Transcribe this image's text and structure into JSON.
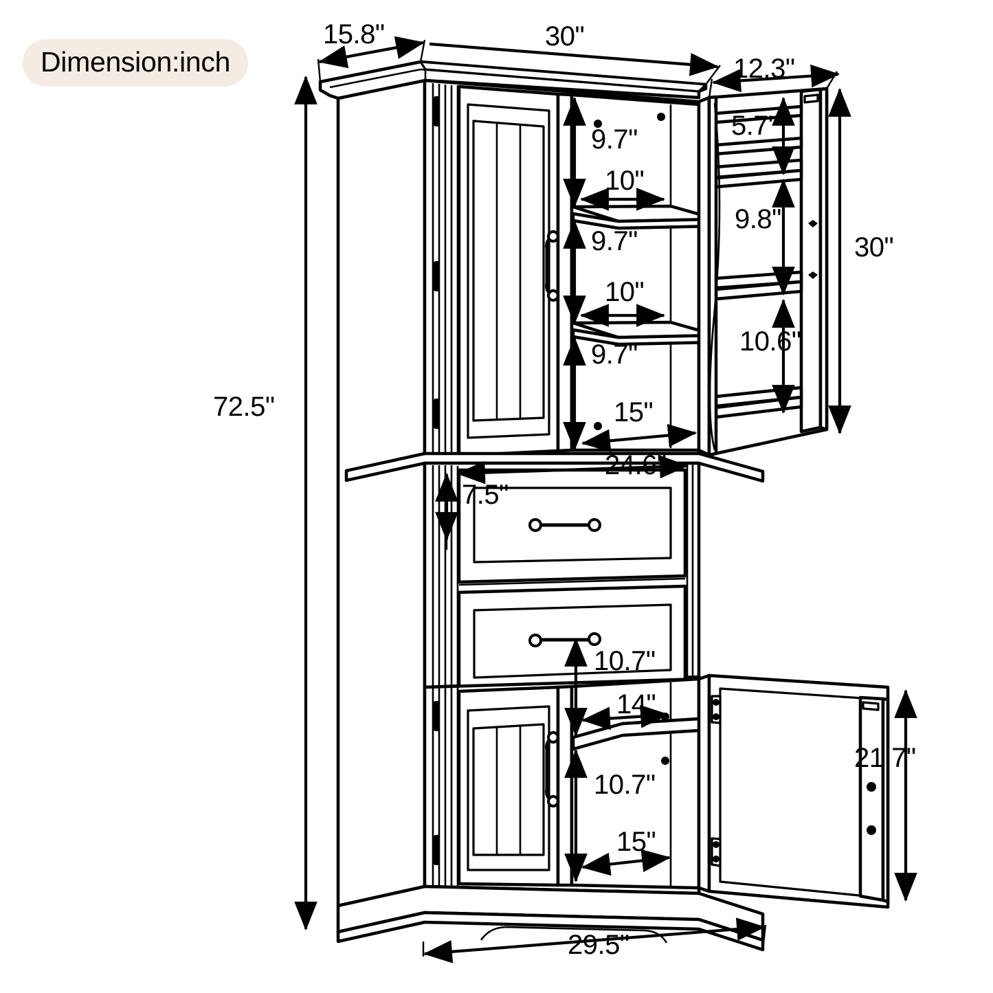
{
  "page": {
    "title_badge": "Dimension:inch",
    "background_color": "#ffffff",
    "badge_color": "#f4ece2",
    "line_color": "#000000"
  },
  "product": {
    "name": "storage-cabinet",
    "description": "Tall kitchen pantry storage cabinet with two upper glass-free beadboard doors, two drawers, and two lower doors; right-hand upper and lower doors shown open."
  },
  "dimensions": {
    "overall_height": "72.5\"",
    "top_depth": "15.8\"",
    "top_width": "30\"",
    "open_door_depth": "12.3\"",
    "upper_section_height": "30\"",
    "lower_door_height": "21.7\"",
    "base_width": "29.5\"",
    "upper_interior": {
      "shelf_gap_1": "9.7\"",
      "shelf_depth_1": "10\"",
      "shelf_gap_2": "9.7\"",
      "shelf_depth_2": "10\"",
      "shelf_gap_3": "9.7\"",
      "interior_width": "15\""
    },
    "upper_door_rack": {
      "rack_gap_top": "5.7\"",
      "rack_gap_middle": "9.8\"",
      "rack_gap_bottom": "10.6\""
    },
    "drawer": {
      "width": "24.6\"",
      "height": "7.5\""
    },
    "lower_interior": {
      "shelf_gap_top": "10.7\"",
      "shelf_depth": "14\"",
      "shelf_gap_bottom": "10.7\"",
      "interior_width": "15\""
    }
  },
  "labels": [
    {
      "id": "depth-top",
      "text": "15.8\""
    },
    {
      "id": "width-top",
      "text": "30\""
    },
    {
      "id": "open-door-depth",
      "text": "12.3\""
    },
    {
      "id": "upper-rack-gap-top",
      "text": "5.7\""
    },
    {
      "id": "upper-shelf-gap-1",
      "text": "9.7\""
    },
    {
      "id": "upper-shelf-depth-1",
      "text": "10\""
    },
    {
      "id": "upper-rack-gap-mid",
      "text": "9.8\""
    },
    {
      "id": "upper-section-height",
      "text": "30\""
    },
    {
      "id": "upper-shelf-gap-2",
      "text": "9.7\""
    },
    {
      "id": "upper-shelf-depth-2",
      "text": "10\""
    },
    {
      "id": "upper-rack-gap-bot",
      "text": "10.6\""
    },
    {
      "id": "upper-shelf-gap-3",
      "text": "9.7\""
    },
    {
      "id": "overall-height",
      "text": "72.5\""
    },
    {
      "id": "upper-interior-width",
      "text": "15\""
    },
    {
      "id": "drawer-width",
      "text": "24.6\""
    },
    {
      "id": "drawer-height",
      "text": "7.5\""
    },
    {
      "id": "lower-shelf-gap-top",
      "text": "10.7\""
    },
    {
      "id": "lower-shelf-depth",
      "text": "14\""
    },
    {
      "id": "lower-door-height",
      "text": "21.7\""
    },
    {
      "id": "lower-shelf-gap-bot",
      "text": "10.7\""
    },
    {
      "id": "lower-interior-width",
      "text": "15\""
    },
    {
      "id": "base-width",
      "text": "29.5\""
    }
  ]
}
